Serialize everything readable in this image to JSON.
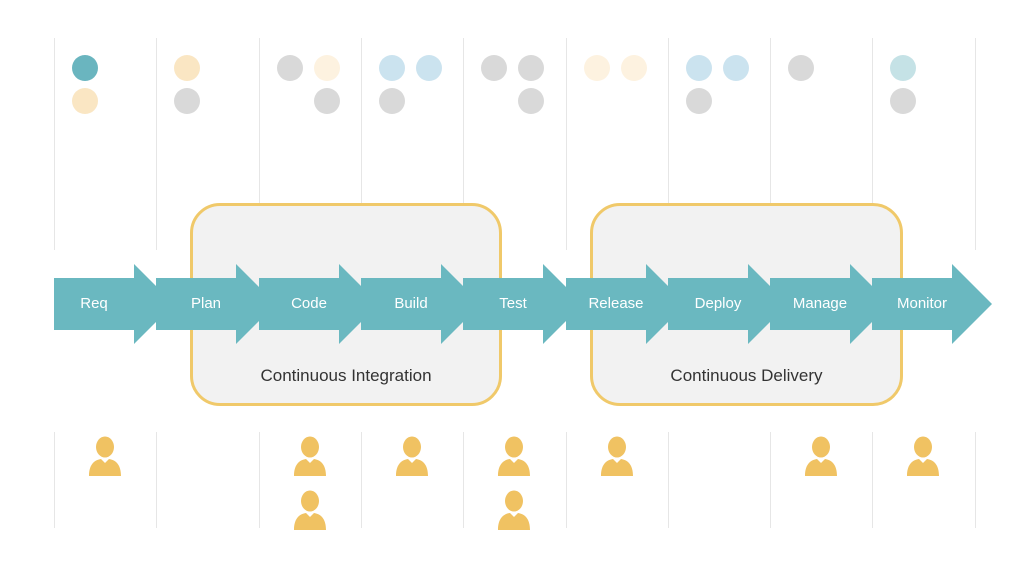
{
  "colors": {
    "arrow": "#6ab8c0",
    "group_border": "#f0c96a",
    "group_fill": "#f2f2f2",
    "person": "#f0c262",
    "teal_dark": "#6ab5bf",
    "peach": "#fae6c3",
    "light_blue": "#cbe3ef",
    "gray": "#d9d9d9",
    "cream": "#fdf2e0",
    "light_teal": "#c5e2e6"
  },
  "stages": [
    {
      "label": "Req",
      "dots": [
        [
          "teal_dark"
        ],
        [
          "peach"
        ]
      ],
      "people": 1
    },
    {
      "label": "Plan",
      "dots": [
        [
          "peach"
        ],
        [
          "gray"
        ]
      ],
      "people": 0
    },
    {
      "label": "Code",
      "dots": [
        [
          "gray",
          "cream"
        ],
        [
          null,
          "gray"
        ]
      ],
      "people": 2
    },
    {
      "label": "Build",
      "dots": [
        [
          "light_blue",
          "light_blue"
        ],
        [
          "gray"
        ]
      ],
      "people": 1
    },
    {
      "label": "Test",
      "dots": [
        [
          "gray",
          "gray"
        ],
        [
          null,
          "gray"
        ]
      ],
      "people": 2
    },
    {
      "label": "Release",
      "dots": [
        [
          "cream",
          "cream"
        ],
        []
      ],
      "people": 1
    },
    {
      "label": "Deploy",
      "dots": [
        [
          "light_blue",
          "light_blue"
        ],
        [
          "gray"
        ]
      ],
      "people": 0
    },
    {
      "label": "Manage",
      "dots": [
        [
          "gray"
        ],
        []
      ],
      "people": 1
    },
    {
      "label": "Monitor",
      "dots": [
        [
          "light_teal"
        ],
        [
          "gray"
        ]
      ],
      "people": 1
    }
  ],
  "groups": [
    {
      "label": "Continuous Integration"
    },
    {
      "label": "Continuous Delivery"
    }
  ],
  "icons": {
    "person": "person-icon",
    "dot": "circle-dot"
  }
}
